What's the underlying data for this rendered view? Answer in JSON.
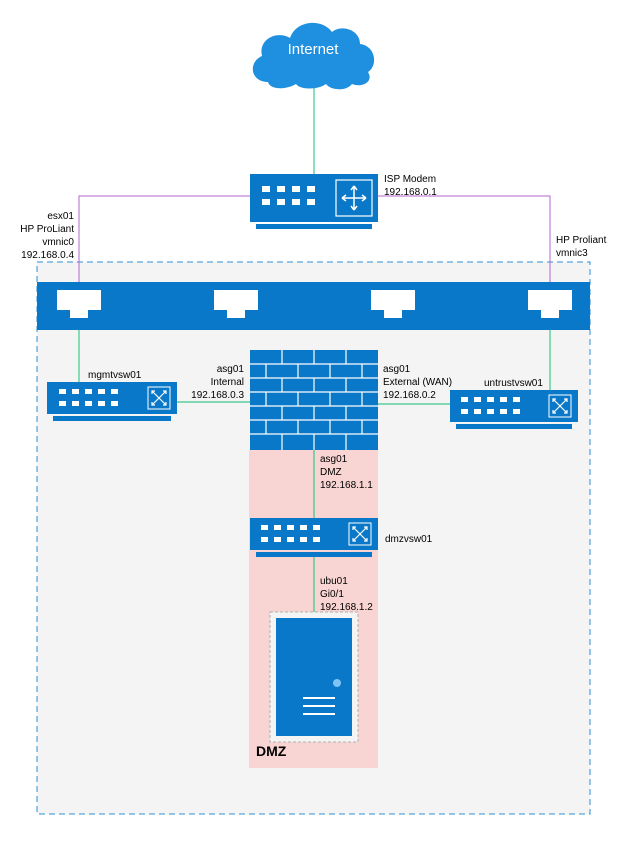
{
  "colors": {
    "blue": "#0a78c8",
    "cloud": "#1f8fe0",
    "link_green": "#3cc88c",
    "link_purple": "#b666d2",
    "dmz_fill": "#f8d4d2",
    "host_dash": "#2c8fd4",
    "host_bg": "#f4f4f4"
  },
  "internet": {
    "label": "Internet"
  },
  "isp_modem": {
    "lines": [
      "ISP Modem",
      "192.168.0.1"
    ]
  },
  "host": {
    "left_nic": [
      "esx01",
      "HP ProLiant",
      "vmnic0",
      "192.168.0.4"
    ],
    "right_nic": [
      "HP Proliant",
      "vmnic3"
    ]
  },
  "switches": {
    "mgmt": {
      "name": "mgmtvsw01"
    },
    "untrust": {
      "name": "untrustvsw01"
    },
    "dmz": {
      "name": "dmzvsw01"
    }
  },
  "firewall": {
    "internal": [
      "asg01",
      "Internal",
      "192.168.0.3"
    ],
    "external": [
      "asg01",
      "External (WAN)",
      "192.168.0.2"
    ],
    "dmz_if": [
      "asg01",
      "DMZ",
      "192.168.1.1"
    ]
  },
  "server": {
    "lines": [
      "ubu01",
      "Gi0/1",
      "192.168.1.2"
    ]
  },
  "dmz_zone": {
    "label": "DMZ"
  }
}
